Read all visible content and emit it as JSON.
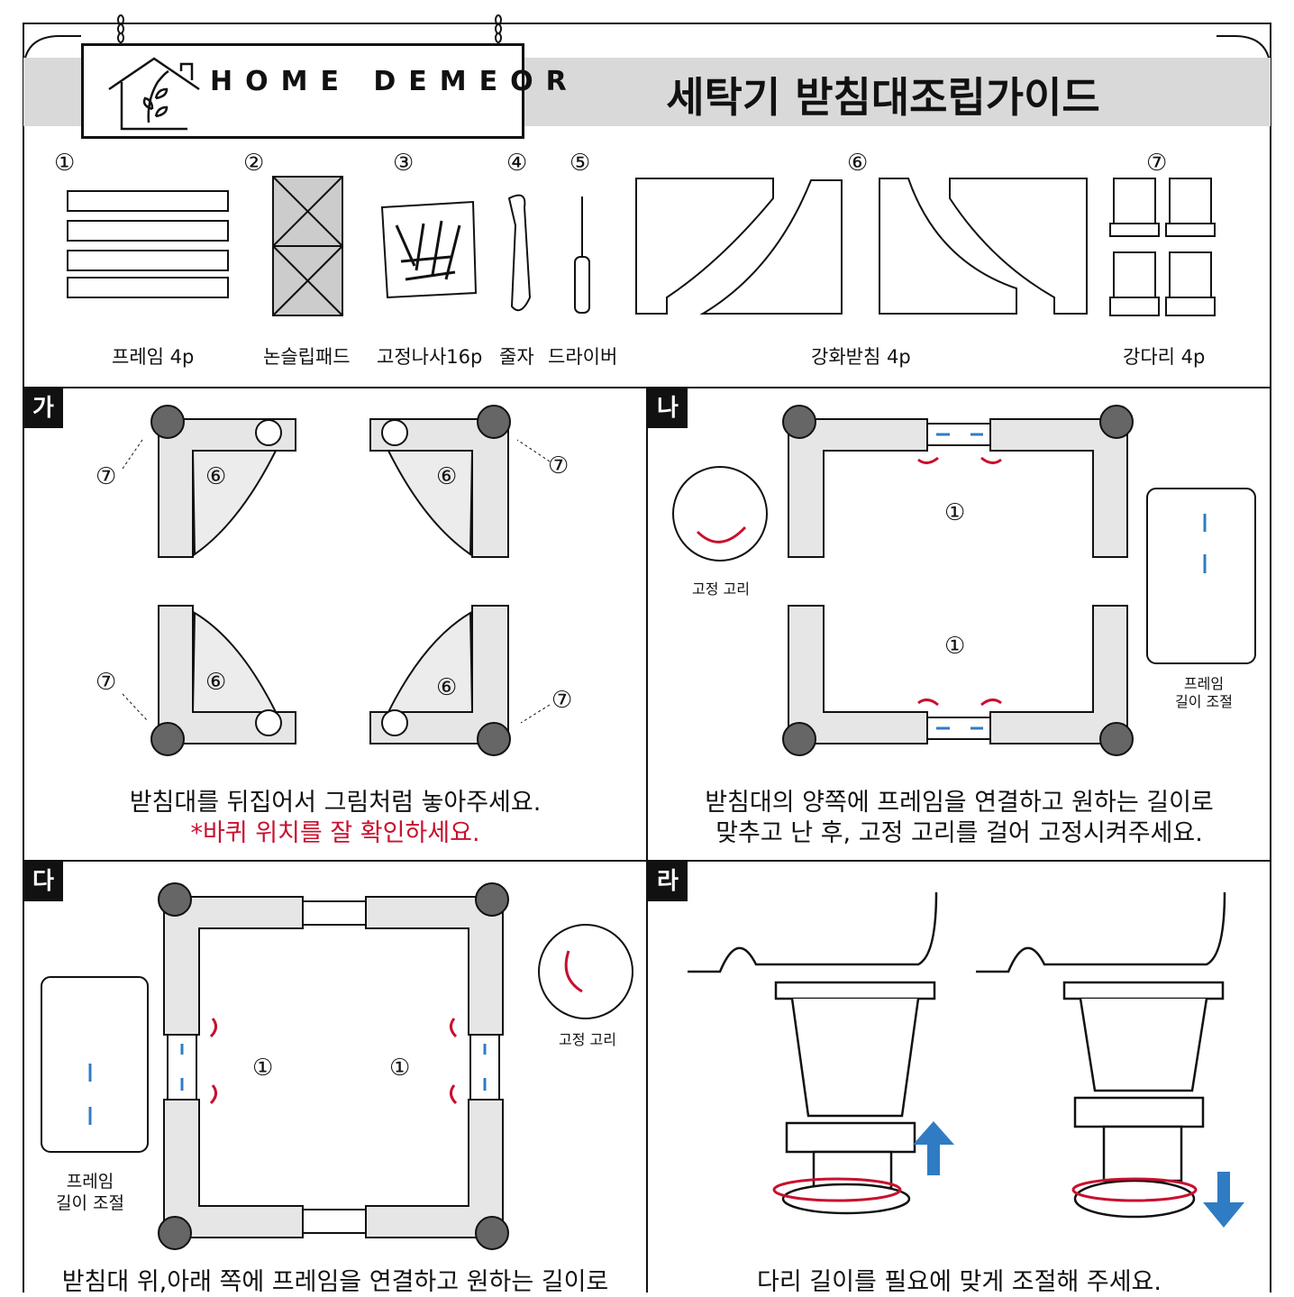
{
  "header": {
    "brand": "HOME DEMEOR",
    "title": "세탁기 받침대조립가이드"
  },
  "parts": [
    {
      "num": "①",
      "label": "프레임 4p"
    },
    {
      "num": "②",
      "label": "논슬립패드"
    },
    {
      "num": "③",
      "label": "고정나사16p"
    },
    {
      "num": "④",
      "label": "줄자"
    },
    {
      "num": "⑤",
      "label": "드라이버"
    },
    {
      "num": "⑥",
      "label": "강화받침 4p"
    },
    {
      "num": "⑦",
      "label": "강다리 4p"
    }
  ],
  "steps": {
    "ga": {
      "tag": "가",
      "line1": "받침대를 뒤집어서 그림처럼 놓아주세요.",
      "line2": "*바퀴 위치를 잘 확인하세요.",
      "marks": {
        "leg": "⑦",
        "plate": "⑥"
      }
    },
    "na": {
      "tag": "나",
      "line1": "받침대의 양쪽에 프레임을 연결하고 원하는 길이로",
      "line2": "맞추고 난 후, 고정 고리를 걸어 고정시켜주세요.",
      "hook_label": "고정 고리",
      "frame_label_1": "프레임",
      "frame_label_2": "길이 조절",
      "frame_num": "①"
    },
    "da": {
      "tag": "다",
      "line1": "받침대 위,아래 쪽에 프레임을 연결하고 원하는 길이로",
      "hook_label": "고정 고리",
      "frame_label_1": "프레임",
      "frame_label_2": "길이 조절",
      "frame_num": "①"
    },
    "ra": {
      "tag": "라",
      "line1": "다리 길이를 필요에 맞게 조절해 주세요."
    }
  },
  "colors": {
    "accent_red": "#c8102e",
    "accent_blue": "#2f7cc4",
    "band": "#d9d9d9"
  }
}
